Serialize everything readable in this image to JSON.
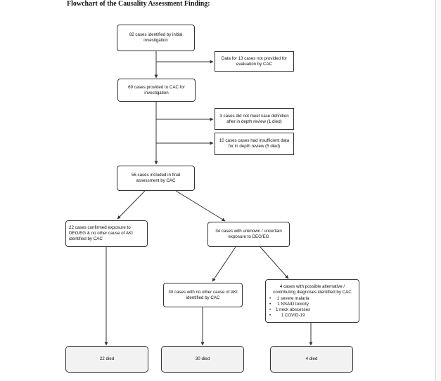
{
  "title": "Flowchart of the Causality Assessment Finding:",
  "boxes": {
    "identified": "82 cases identified by initial investigation",
    "not_provided": "Data for 13 cases not provided for evaluation by CAC",
    "provided": "69 cases provided to CAC for investigation",
    "not_meet": "3 cases did not meet case definition after in depth review (1 died)",
    "insufficient": "10 cases cases had insufficient data for in depth review (5 died)",
    "final": "56 cases included in final assessment by CAC",
    "confirmed": "22 cases confirmed exposure to DEG/EG & no other cause of AKI identified by CAC",
    "unknown": "34 cases with unknown / uncertain exposure to DEG/EG",
    "no_other": "30 cases with no other cause of AKI identified by CAC",
    "possible": "4 cases with possible alternative / contributing diagnoses identified by CAC",
    "died_22": "22 died",
    "died_30": "30 died",
    "died_4": "4 died"
  },
  "possible_list": [
    "1 severe malaria",
    "1 NSAID toxicity",
    "1 neck abscesses",
    "1 COVID-19"
  ],
  "colors": {
    "line": "#333333",
    "outcome_fill": "#f2f2f2"
  }
}
